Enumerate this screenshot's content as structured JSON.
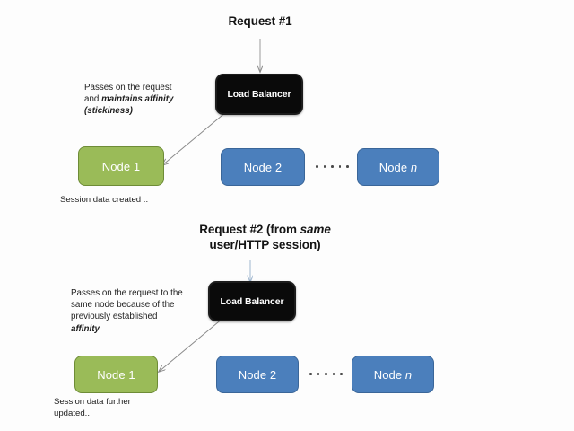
{
  "diagram": {
    "background_color": "#fdfdfd",
    "accent_green": "#9ABB58",
    "accent_blue": "#4B7FBC",
    "load_balancer_color": "#0a0a0a",
    "arrow_color": "#8a8a8a"
  },
  "block1": {
    "title_prefix": "Request #1",
    "title_italic": "",
    "title_suffix": "",
    "load_balancer_label": "Load Balancer",
    "caption_line1": "Passes on the request",
    "caption_line2_prefix": "and ",
    "caption_line2_italic": "maintains affinity",
    "caption_line3_italic": "(stickiness)",
    "nodes": [
      {
        "label_prefix": "Node 1",
        "label_italic": "",
        "color": "green"
      },
      {
        "label_prefix": "Node 2",
        "label_italic": "",
        "color": "blue"
      },
      {
        "label_prefix": "Node ",
        "label_italic": "n",
        "color": "blue"
      }
    ],
    "ellipsis_dot_count": 5,
    "note": "Session data created .."
  },
  "block2": {
    "title_line1_prefix": "Request #2 (from ",
    "title_line1_italic": "same",
    "title_line2": "user/HTTP session)",
    "load_balancer_label": "Load Balancer",
    "caption_line1": "Passes on the request to the",
    "caption_line2": "same node because of the",
    "caption_line3": "previously established",
    "caption_line4_italic": "affinity",
    "nodes": [
      {
        "label_prefix": "Node 1",
        "label_italic": "",
        "color": "green"
      },
      {
        "label_prefix": "Node 2",
        "label_italic": "",
        "color": "blue"
      },
      {
        "label_prefix": "Node ",
        "label_italic": "n",
        "color": "blue"
      }
    ],
    "ellipsis_dot_count": 5,
    "note_line1": "Session data further",
    "note_line2": "updated.."
  }
}
